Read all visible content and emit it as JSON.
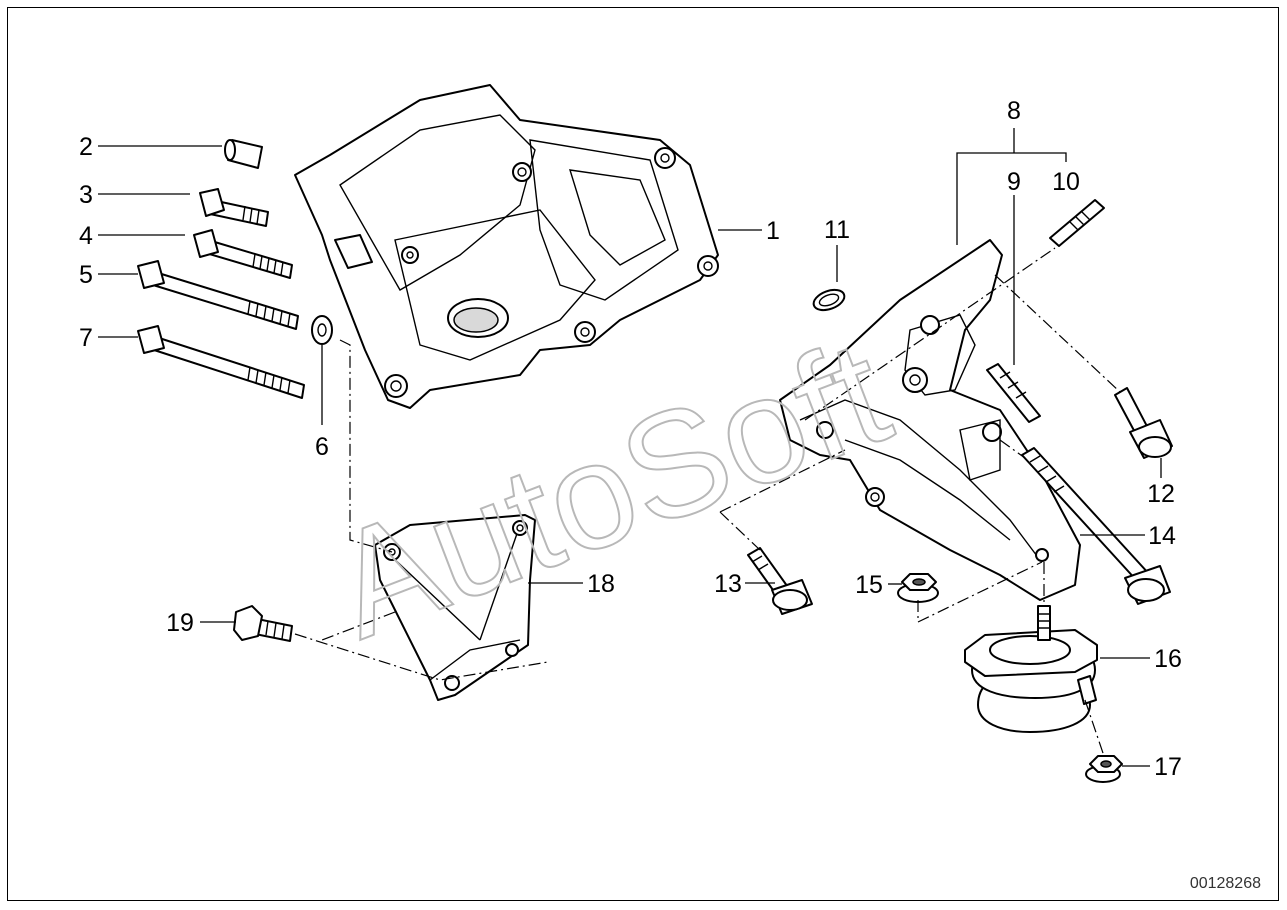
{
  "diagram": {
    "document_number": "00128268",
    "watermark": "AutoSoft",
    "callouts": [
      "1",
      "2",
      "3",
      "4",
      "5",
      "6",
      "7",
      "8",
      "9",
      "10",
      "11",
      "12",
      "13",
      "14",
      "15",
      "16",
      "17",
      "18",
      "19"
    ]
  }
}
